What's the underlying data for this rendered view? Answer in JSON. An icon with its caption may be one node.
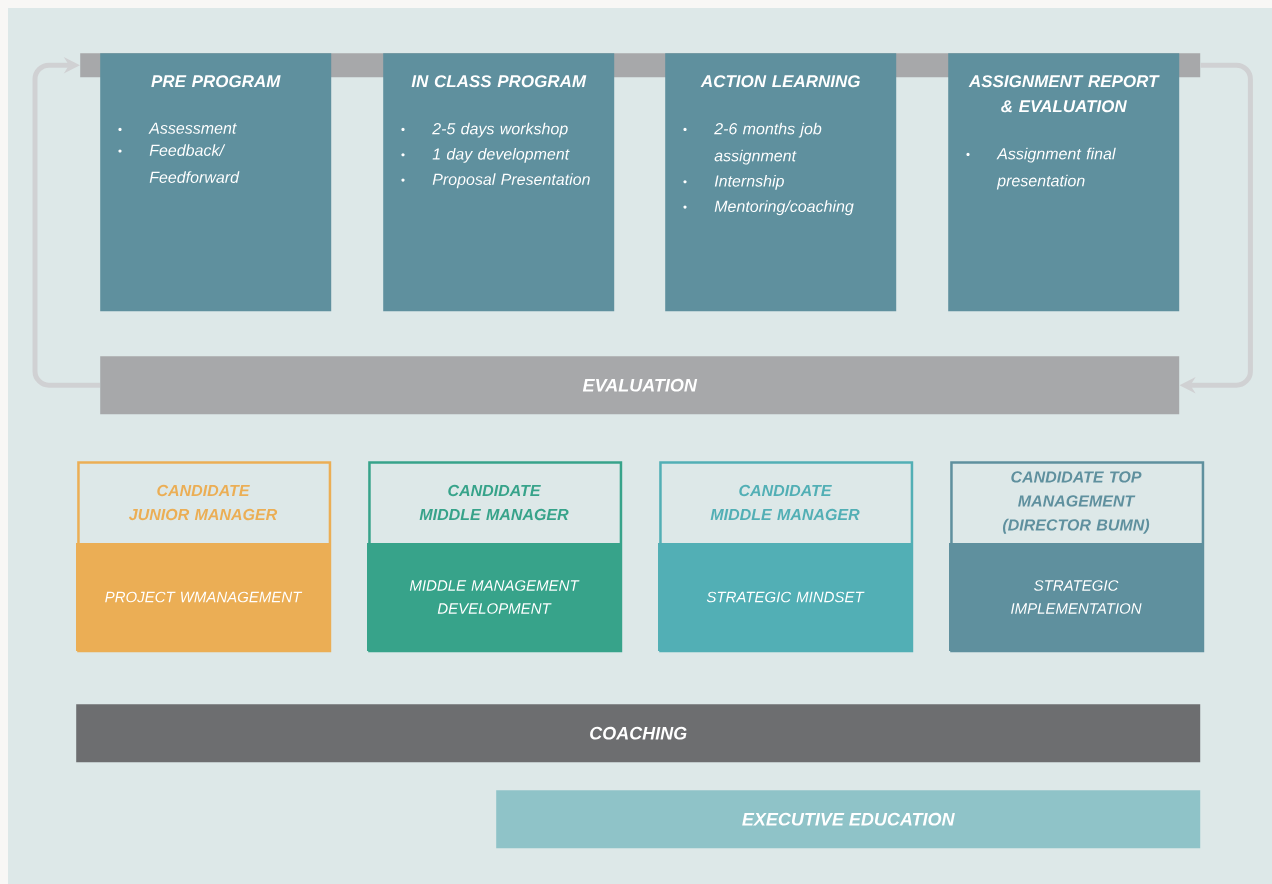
{
  "diagram": {
    "nodes": [
      {
        "text": [],
        "shape": "bar"
      },
      {
        "text": [
          "PRE PROGRAM",
          "Assessment",
          "Feedback/ Feedforward"
        ]
      },
      {
        "text": [
          "IN CLASS PROGRAM",
          "2-5 days workshop",
          "1 day development",
          "Proposal Presentation"
        ]
      },
      {
        "text": [
          "ACTION LEARNING",
          "2-6 months job assignment",
          "Internship",
          "Mentoring/coaching"
        ]
      },
      {
        "text": [
          "ASSIGNMENT REPORT & EVALUATION",
          "Assignment final presentation"
        ]
      },
      {
        "text": [
          "EVALUATION"
        ]
      },
      {
        "text": [
          "CANDIDATE JUNIOR MANAGER",
          "PROJECT WMANAGEMENT"
        ]
      },
      {
        "text": [
          "CANDIDATE MIDDLE MANAGER",
          "MIDDLE MANAGEMENT DEVELOPMENT"
        ]
      },
      {
        "text": [
          "CANDIDATE MIDDLE MANAGER",
          "STRATEGIC MINDSET"
        ]
      },
      {
        "text": [
          "CANDIDATE TOP MANAGEMENT (DIRECTOR BUMN)",
          "STRATEGIC IMPLEMENTATION"
        ]
      },
      {
        "text": [
          "COACHING"
        ]
      },
      {
        "text": [
          "EXECUTIVE EDUCATION"
        ]
      }
    ],
    "edges": [
      {
        "from": 0,
        "to": 5,
        "arrow": "to"
      },
      {
        "from": 5,
        "to": 0,
        "arrow": "to"
      }
    ]
  }
}
